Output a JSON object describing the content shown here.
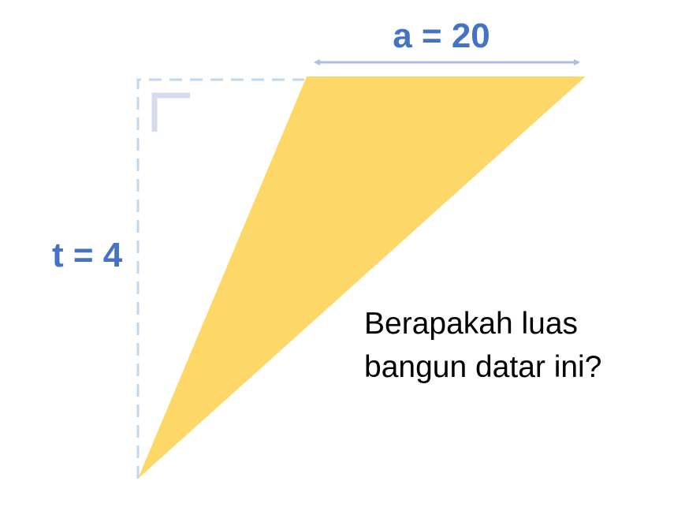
{
  "labels": {
    "base": "a = 20",
    "height": "t = 4"
  },
  "question": {
    "line1": "Berapakah luas",
    "line2": "bangun datar ini?"
  },
  "colors": {
    "triangle_fill": "#FDD868",
    "label_text": "#4472C4",
    "arrow": "#A9BFE3",
    "dashed_guide": "#BDD7EE",
    "right_angle_mark": "#D5DCEC"
  }
}
